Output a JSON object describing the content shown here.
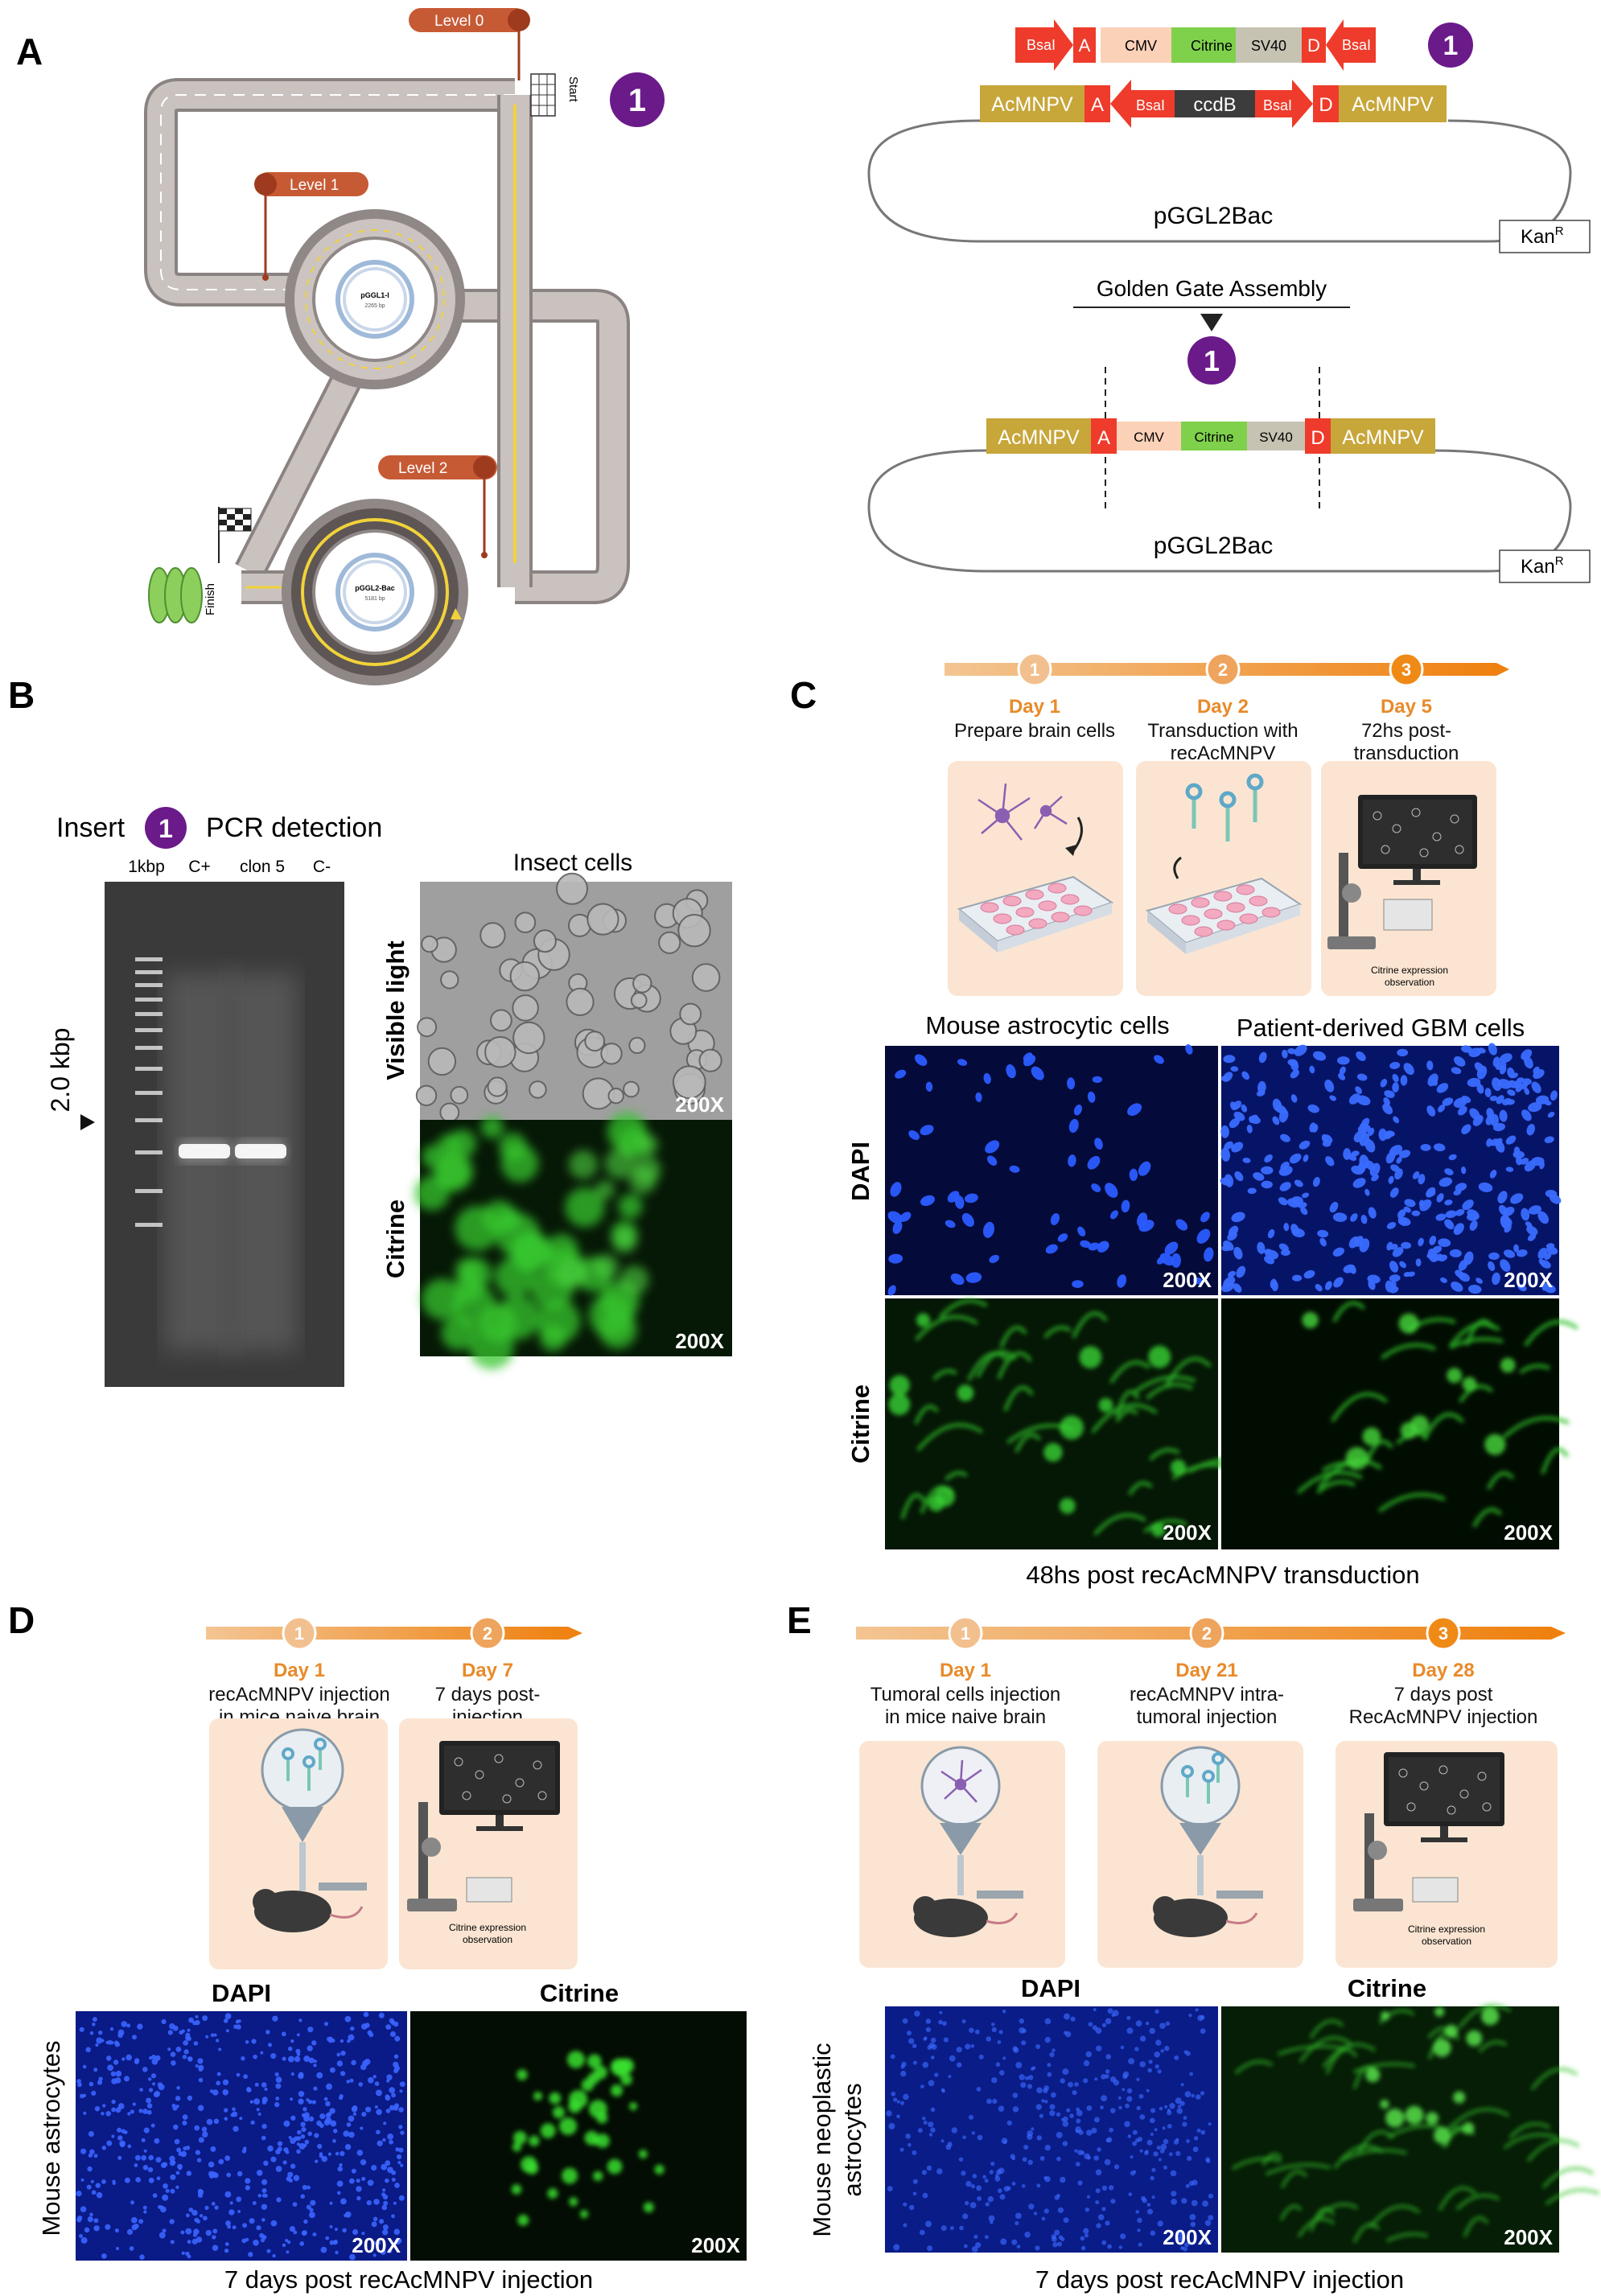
{
  "panels": {
    "A": {
      "letter": "A",
      "levels": [
        "Level 0",
        "Level 1",
        "Level 2"
      ],
      "track_labels": {
        "start": "Start",
        "finish": "Finish"
      },
      "plasmid_names": {
        "pggl1": "pGGL1-I",
        "pggl1_size": "2265 bp",
        "pggl2": "pGGL2-Bac",
        "pggl2_size": "5181 bp"
      },
      "badge": "1",
      "insert": [
        "BsaI",
        "A",
        "CMV",
        "Citrine",
        "SV40",
        "D",
        "BsaI"
      ],
      "vector_top": [
        "AcMNPV",
        "A",
        "BsaI",
        "ccdB",
        "BsaI",
        "D",
        "AcMNPV"
      ],
      "vector_name": "pGGL2Bac",
      "resistance": "Kan",
      "resistance_sup": "R",
      "assembly_label": "Golden Gate Assembly",
      "vector_bottom": [
        "AcMNPV",
        "A",
        "CMV",
        "Citrine",
        "SV40",
        "D",
        "AcMNPV"
      ]
    },
    "B": {
      "letter": "B",
      "gel_title_pre": "Insert",
      "gel_title_post": "PCR detection",
      "lanes": [
        "1kbp",
        "C+",
        "clon 5",
        "C-"
      ],
      "size_marker": "2.0 kbp",
      "micro_title": "Insect cells",
      "rows": [
        "Visible light",
        "Citrine"
      ],
      "magnification": "200X"
    },
    "C": {
      "letter": "C",
      "timeline": [
        {
          "n": "1",
          "day": "Day 1",
          "text": [
            "Prepare brain cells"
          ]
        },
        {
          "n": "2",
          "day": "Day 2",
          "text": [
            "Transduction with",
            "recAcMNPV"
          ]
        },
        {
          "n": "3",
          "day": "Day 5",
          "text": [
            "72hs post-",
            "transduction"
          ]
        }
      ],
      "screen_caption": [
        "Citrine expression",
        "observation"
      ],
      "columns": [
        "Mouse astrocytic cells",
        "Patient-derived GBM cells"
      ],
      "rows": [
        "DAPI",
        "Citrine"
      ],
      "magnification": "200X",
      "footer": "48hs post recAcMNPV transduction"
    },
    "D": {
      "letter": "D",
      "timeline": [
        {
          "n": "1",
          "day": "Day 1",
          "text": [
            "recAcMNPV injection",
            "in mice naive brain"
          ]
        },
        {
          "n": "2",
          "day": "Day 7",
          "text": [
            "7 days post-",
            "injection"
          ]
        }
      ],
      "screen_caption": [
        "Citrine expression",
        "observation"
      ],
      "columns": [
        "DAPI",
        "Citrine"
      ],
      "row_label": "Mouse astrocytes",
      "magnification": "200X",
      "footer": "7 days post recAcMNPV injection"
    },
    "E": {
      "letter": "E",
      "timeline": [
        {
          "n": "1",
          "day": "Day 1",
          "text": [
            "Tumoral cells injection",
            "in mice naive brain"
          ]
        },
        {
          "n": "2",
          "day": "Day 21",
          "text": [
            "recAcMNPV intra-",
            "tumoral injection"
          ]
        },
        {
          "n": "3",
          "day": "Day 28",
          "text": [
            "7 days post",
            "RecAcMNPV injection"
          ]
        }
      ],
      "screen_caption": [
        "Citrine expression",
        "observation"
      ],
      "columns": [
        "DAPI",
        "Citrine"
      ],
      "row_label": [
        "Mouse neoplastic",
        "astrocytes"
      ],
      "magnification": "200X",
      "footer": "7 days post recAcMNPV injection"
    }
  },
  "colors": {
    "purple_badge": "#6b1a8a",
    "red_part": "#ee3b2b",
    "acmnpv": "#c7a63a",
    "cmv": "#fbd1b8",
    "citrine": "#7fd14c",
    "sv40": "#c7c3b3",
    "ccdb": "#3c3c3c",
    "level_tag": "#c65a35",
    "timeline_light": "#f2c08f",
    "timeline_dark": "#ef8a17",
    "card_bg": "#fbe5d2",
    "dapi": "#1a3fd9",
    "citrine_fluor": "#2fd126"
  }
}
